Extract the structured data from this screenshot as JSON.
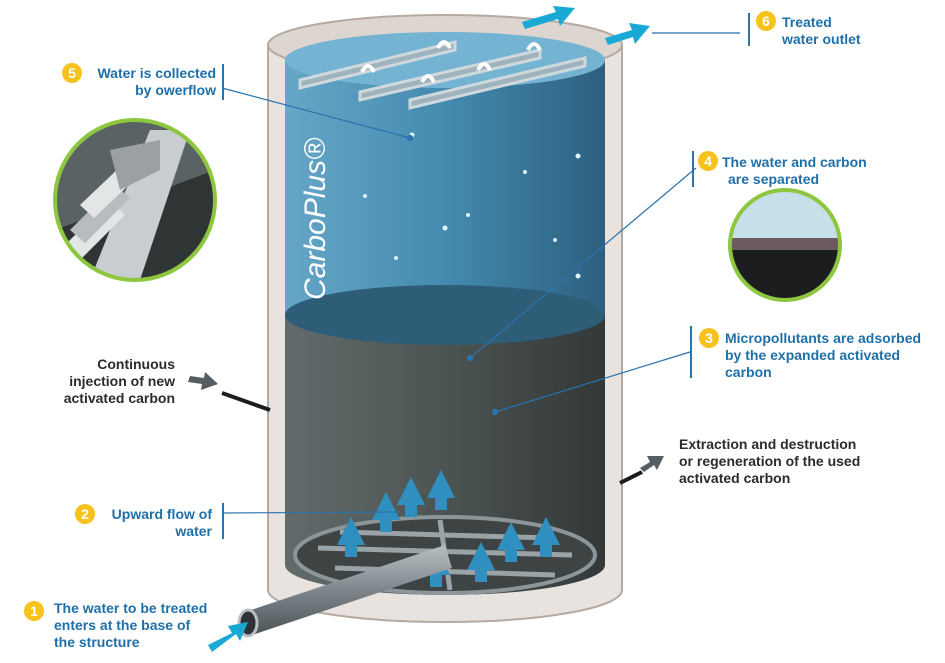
{
  "brand": "CarboPlus®",
  "steps": [
    {
      "number": "1",
      "text": [
        "The water to be treated",
        "enters at the base of",
        "the structure"
      ]
    },
    {
      "number": "2",
      "text": [
        "Upward flow of",
        "water"
      ]
    },
    {
      "number": "3",
      "text": [
        "Micropollutants are adsorbed",
        "by the expanded activated",
        "carbon"
      ]
    },
    {
      "number": "4",
      "text": [
        "The water and carbon",
        "are separated"
      ]
    },
    {
      "number": "5",
      "text": [
        "Water is collected",
        "by owerflow"
      ]
    },
    {
      "number": "6",
      "text": [
        "Treated",
        "water outlet"
      ]
    }
  ],
  "side_labels": {
    "injection": [
      "Continuous",
      "injection of new",
      "activated carbon"
    ],
    "extraction": [
      "Extraction and destruction",
      "or regeneration of the used",
      "activated carbon"
    ]
  },
  "colors": {
    "accent_blue": "#1f6fa8",
    "badge_yellow": "#f6c21b",
    "water": "#3b86ad",
    "carbon": "#4c5353",
    "arrow": "#1aa9d4"
  }
}
